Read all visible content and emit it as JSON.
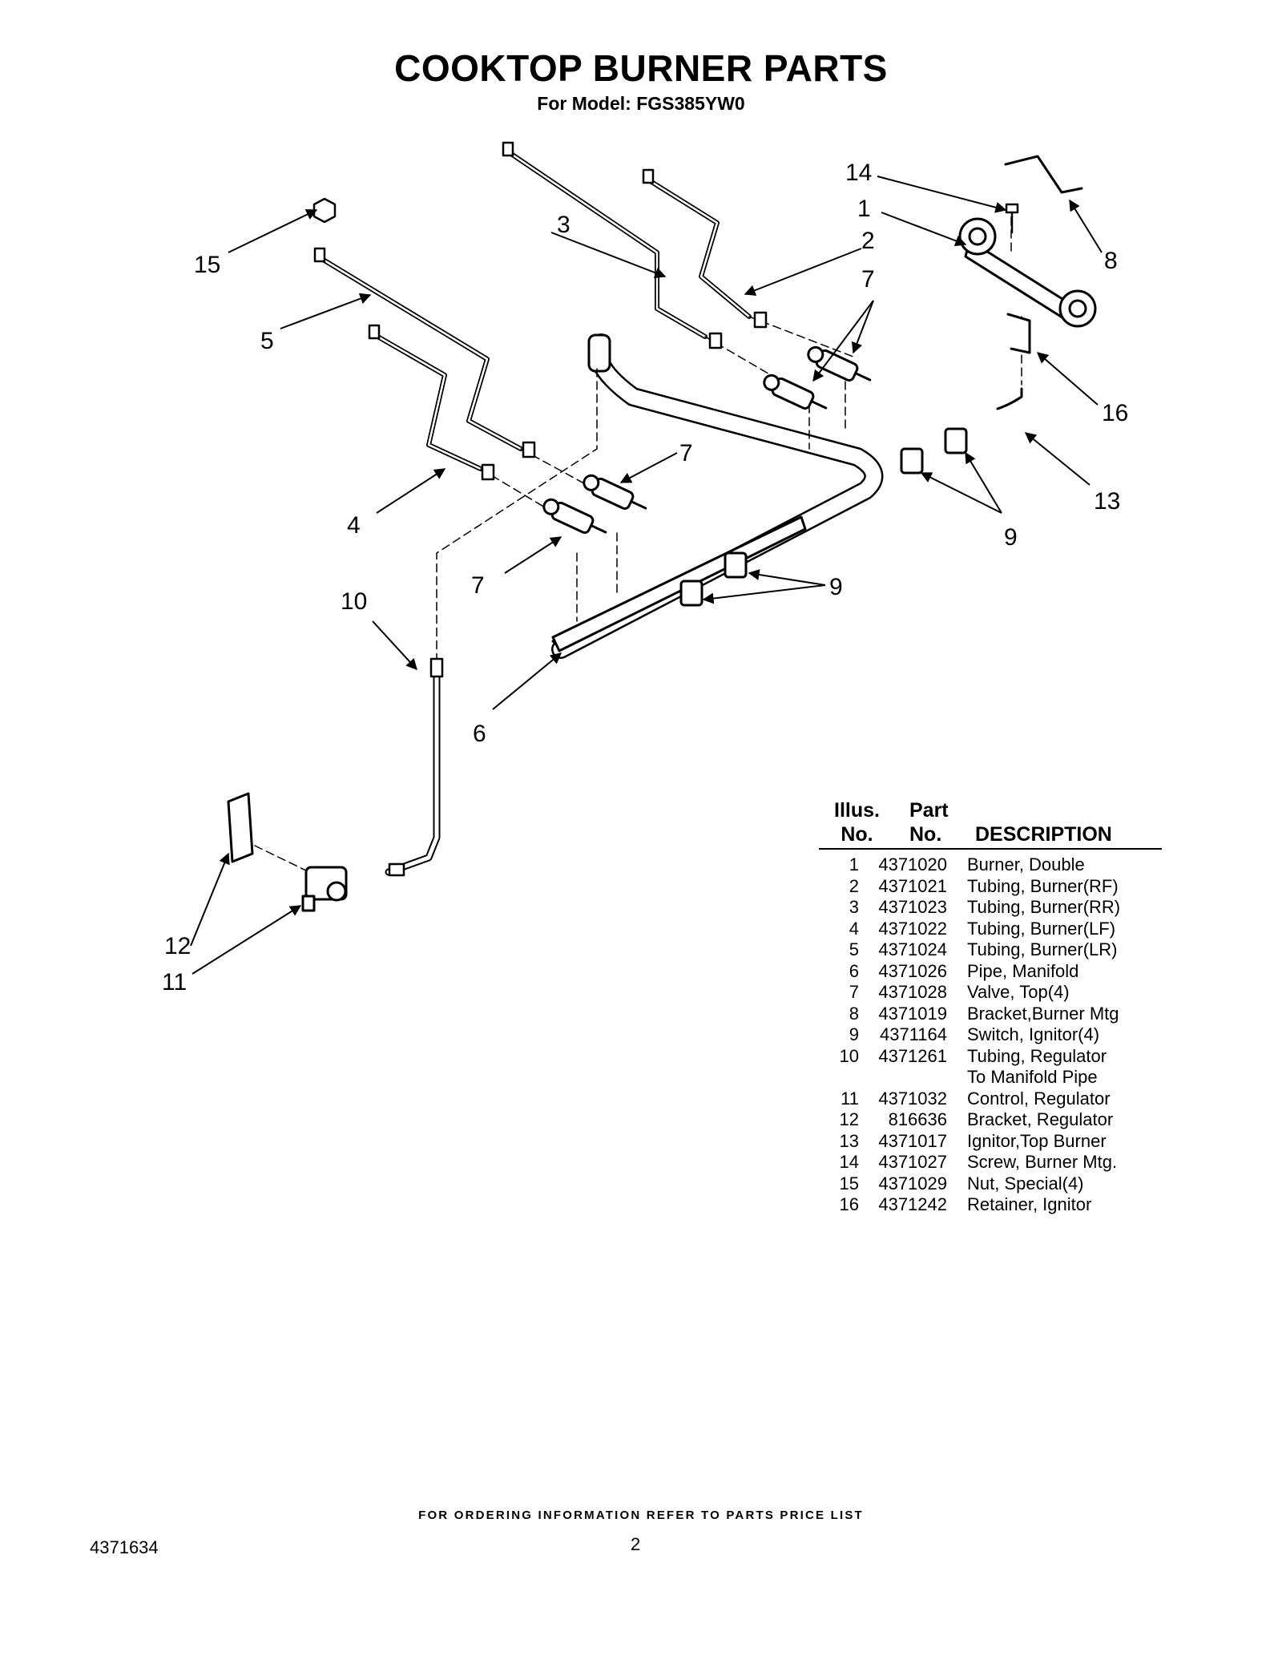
{
  "header": {
    "title": "COOKTOP BURNER PARTS",
    "subtitle": "For Model: FGS385YW0"
  },
  "diagram": {
    "callouts": [
      "1",
      "2",
      "3",
      "4",
      "5",
      "6",
      "7",
      "7",
      "7",
      "8",
      "9",
      "9",
      "10",
      "11",
      "12",
      "13",
      "14",
      "15",
      "16"
    ]
  },
  "table": {
    "headers": {
      "illus_1": "Illus.",
      "illus_2": "No.",
      "part_1": "Part",
      "part_2": "No.",
      "description": "DESCRIPTION"
    },
    "rows": [
      {
        "no": "1",
        "part": "4371020",
        "desc": "Burner, Double"
      },
      {
        "no": "2",
        "part": "4371021",
        "desc": "Tubing, Burner(RF)"
      },
      {
        "no": "3",
        "part": "4371023",
        "desc": "Tubing, Burner(RR)"
      },
      {
        "no": "4",
        "part": "4371022",
        "desc": "Tubing, Burner(LF)"
      },
      {
        "no": "5",
        "part": "4371024",
        "desc": "Tubing, Burner(LR)"
      },
      {
        "no": "6",
        "part": "4371026",
        "desc": "Pipe, Manifold"
      },
      {
        "no": "7",
        "part": "4371028",
        "desc": "Valve, Top(4)"
      },
      {
        "no": "8",
        "part": "4371019",
        "desc": "Bracket,Burner Mtg"
      },
      {
        "no": "9",
        "part": "4371164",
        "desc": "Switch, Ignitor(4)"
      },
      {
        "no": "10",
        "part": "4371261",
        "desc": "Tubing, Regulator"
      },
      {
        "no": "",
        "part": "",
        "desc": "To Manifold Pipe"
      },
      {
        "no": "11",
        "part": "4371032",
        "desc": "Control, Regulator"
      },
      {
        "no": "12",
        "part": "816636",
        "desc": "Bracket, Regulator"
      },
      {
        "no": "13",
        "part": "4371017",
        "desc": "Ignitor,Top Burner"
      },
      {
        "no": "14",
        "part": "4371027",
        "desc": "Screw, Burner Mtg."
      },
      {
        "no": "15",
        "part": "4371029",
        "desc": "Nut, Special(4)"
      },
      {
        "no": "16",
        "part": "4371242",
        "desc": "Retainer, Ignitor"
      }
    ]
  },
  "footer": {
    "note": "FOR ORDERING INFORMATION REFER TO PARTS PRICE LIST",
    "doc_number": "4371634",
    "page": "2"
  }
}
